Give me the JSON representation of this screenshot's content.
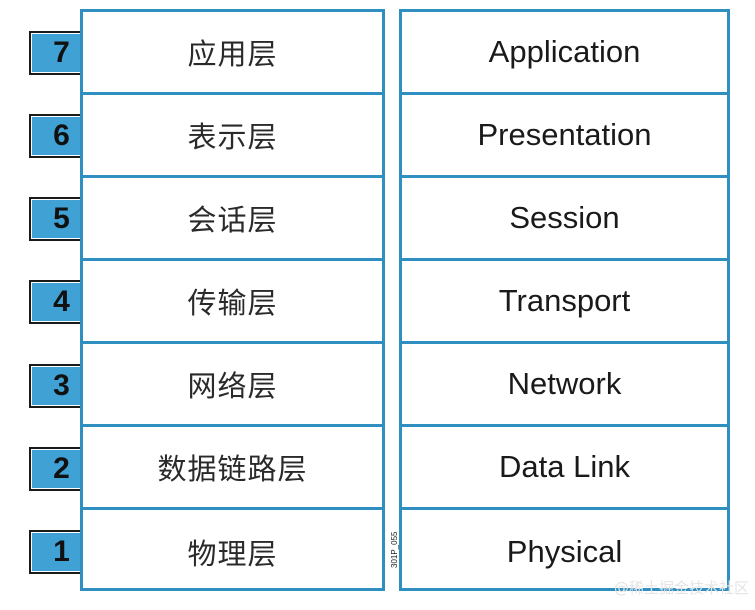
{
  "layers": [
    {
      "number": "7",
      "cn": "应用层",
      "en": "Application"
    },
    {
      "number": "6",
      "cn": "表示层",
      "en": "Presentation"
    },
    {
      "number": "5",
      "cn": "会话层",
      "en": "Session"
    },
    {
      "number": "4",
      "cn": "传输层",
      "en": "Transport"
    },
    {
      "number": "3",
      "cn": "网络层",
      "en": "Network"
    },
    {
      "number": "2",
      "cn": "数据链路层",
      "en": "Data Link"
    },
    {
      "number": "1",
      "cn": "物理层",
      "en": "Physical"
    }
  ],
  "figure_code": "301P_055",
  "watermark": "@稀土掘金技术社区",
  "colors": {
    "border": "#2e8fc0",
    "badge": "#3fa1d4",
    "text": "#1a1a1a"
  }
}
